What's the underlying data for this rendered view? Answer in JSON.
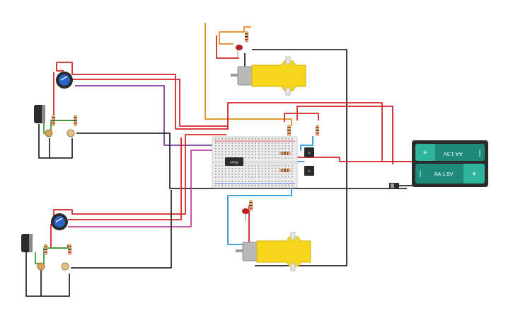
{
  "circuit": {
    "ic_label": "ATtiny",
    "transistor_label": "N",
    "battery": {
      "cell_top": "AA 1.5V",
      "cell_bottom": "AA 1.5V",
      "plus": "+",
      "minus": "−",
      "bar": "|"
    }
  },
  "colors": {
    "wire_red": "#d4262b",
    "wire_black": "#2b2b2b",
    "wire_purple": "#7b3fa0",
    "wire_magenta": "#c0429a",
    "wire_orange": "#e58a1f",
    "wire_blue": "#2a9ad6",
    "wire_green": "#3aa13a",
    "motor_yellow": "#f6d51d",
    "battery_green": "#1f8a7a",
    "breadboard": "#ebebeb"
  }
}
